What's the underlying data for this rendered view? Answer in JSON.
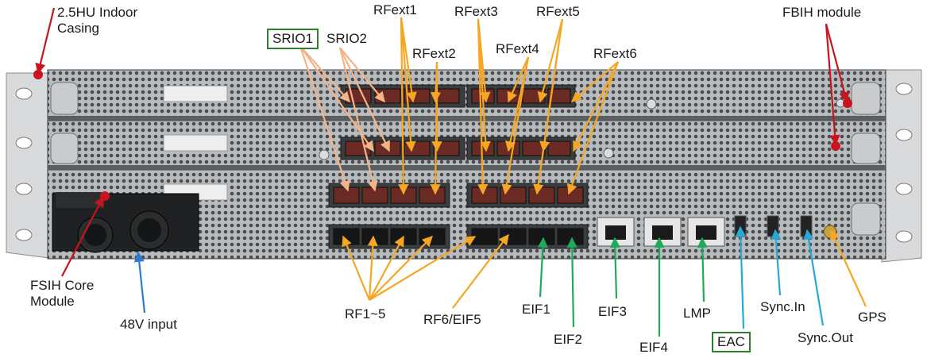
{
  "labels": {
    "casing": "2.5HU Indoor Casing",
    "srio1": "SRIO1",
    "srio2": "SRIO2",
    "rfext1": "RFext1",
    "rfext2": "RFext2",
    "rfext3": "RFext3",
    "rfext4": "RFext4",
    "rfext5": "RFext5",
    "rfext6": "RFext6",
    "fbih": "FBIH module",
    "fsih": "FSIH Core Module",
    "input48v": "48V input",
    "rf1_5": "RF1~5",
    "rf6_eif5": "RF6/EIF5",
    "eif1": "EIF1",
    "eif2": "EIF2",
    "eif3": "EIF3",
    "eif4": "EIF4",
    "lmp": "LMP",
    "eac": "EAC",
    "sync_in": "Sync.In",
    "sync_out": "Sync.Out",
    "gps": "GPS"
  },
  "colors": {
    "orange": "#f5a623",
    "peach": "#f3b487",
    "red": "#c8141e",
    "green": "#1faa5a",
    "cyan": "#29a8d8",
    "blue": "#2f7bd1",
    "box": "#2e7d32"
  }
}
